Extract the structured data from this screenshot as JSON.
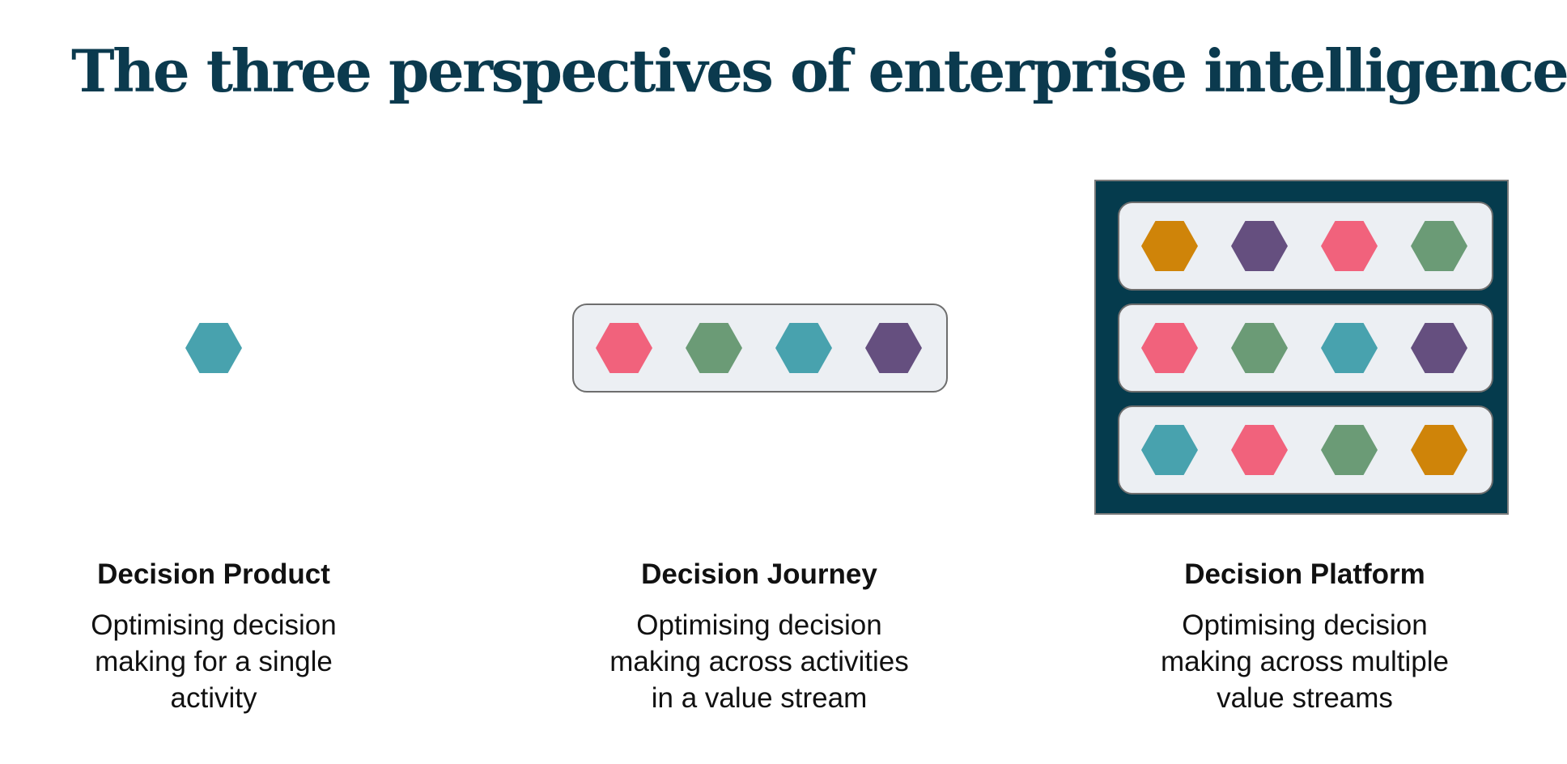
{
  "title": "The three perspectives of enterprise intelligence",
  "colors": {
    "title": "#0b3a4e",
    "platform_frame": "#053b4d",
    "lane_fill": "#eceff3",
    "lane_border": "#6e6e6e",
    "teal": "#48a2ae",
    "pink": "#f1627c",
    "green": "#6b9b76",
    "purple": "#654f7f",
    "orange": "#cf8409"
  },
  "perspectives": [
    {
      "name": "Decision Product",
      "description_lines": [
        "Optimising decision",
        "making for a single",
        "activity"
      ],
      "hexagons": [
        "teal"
      ]
    },
    {
      "name": "Decision Journey",
      "description_lines": [
        "Optimising decision",
        "making across activities",
        "in a value stream"
      ],
      "hexagons": [
        "pink",
        "green",
        "teal",
        "purple"
      ]
    },
    {
      "name": "Decision Platform",
      "description_lines": [
        "Optimising decision",
        "making across multiple",
        "value streams"
      ],
      "lanes": [
        [
          "orange",
          "purple",
          "pink",
          "green"
        ],
        [
          "pink",
          "green",
          "teal",
          "purple"
        ],
        [
          "teal",
          "pink",
          "green",
          "orange"
        ]
      ]
    }
  ]
}
